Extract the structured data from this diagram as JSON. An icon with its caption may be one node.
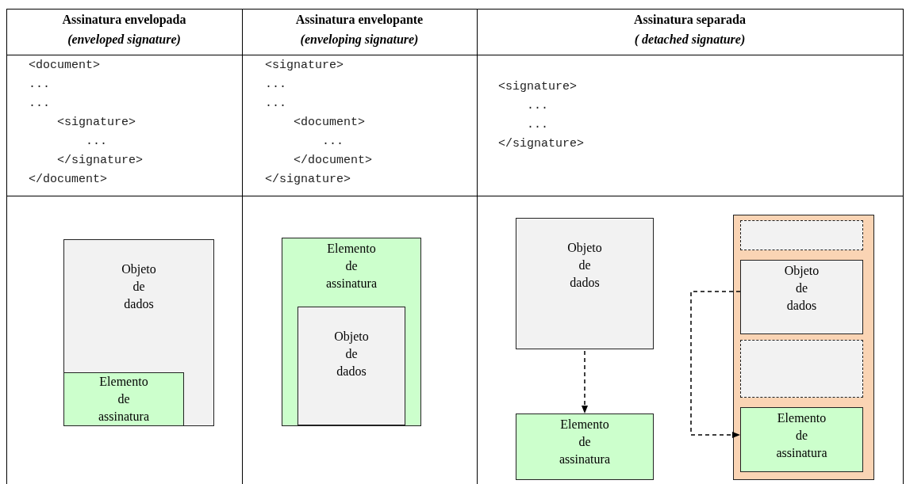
{
  "diagram": {
    "nodes": [
      {
        "text": [
          "Objeto de dados"
        ]
      },
      {
        "text": [
          "Elemento de assinatura"
        ],
        "in": 0
      },
      {
        "text": [
          "Elemento de assinatura"
        ]
      },
      {
        "text": [
          "Objeto de dados"
        ],
        "in": 2
      },
      {
        "text": [
          "Objeto de dados"
        ]
      },
      {
        "text": [
          "Elemento de assinatura"
        ]
      },
      {
        "text": [],
        "shape": "box"
      },
      {
        "text": [],
        "shape": "box",
        "in": 6
      },
      {
        "text": [
          "Objeto de dados"
        ],
        "in": 6
      },
      {
        "text": [],
        "shape": "box",
        "in": 6
      },
      {
        "text": [
          "Elemento de assinatura"
        ],
        "in": 6
      }
    ],
    "edges": [
      {
        "from": 4,
        "to": 5,
        "arrow": "to",
        "style": "dashed"
      },
      {
        "from": 8,
        "to": 10,
        "arrow": "to",
        "style": "dashed"
      }
    ],
    "labels": [
      "Assinatura envelopada",
      "(enveloped signature)",
      "Assinatura envelopante",
      "(enveloping signature)",
      "Assinatura separada",
      "( detached signature)",
      "<document>",
      "...",
      "...",
      "<signature>",
      "...",
      "</signature>",
      "</document>",
      "<signature>",
      "...",
      "...",
      "<document>",
      "...",
      "</document>",
      "</signature>",
      "<signature>",
      "...",
      "...",
      "</signature>"
    ]
  }
}
